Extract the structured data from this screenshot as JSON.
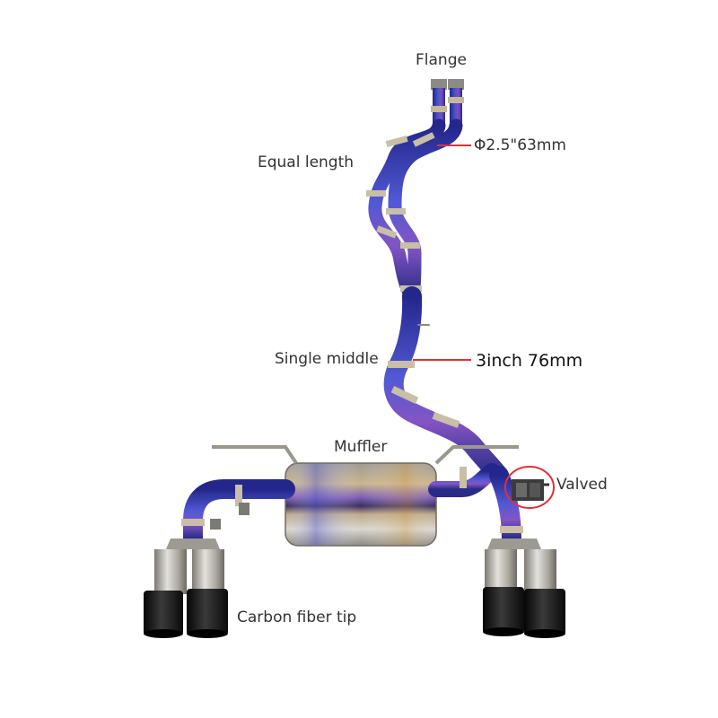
{
  "labels": {
    "flange": "Flange",
    "diameter": "Φ2.5\"63mm",
    "equal_length": "Equal length",
    "single_middle": "Single middle",
    "middle_size": "3inch 76mm",
    "muffler": "Muffler",
    "valved": "Valved",
    "carbon_tip": "Carbon fiber tip"
  },
  "colors": {
    "pipe_blue": "#3a3fae",
    "pipe_purple": "#6a3aa8",
    "titanium": "#b9b6ae",
    "carbon": "#1a1a1a",
    "callout_red": "#e0303a"
  }
}
